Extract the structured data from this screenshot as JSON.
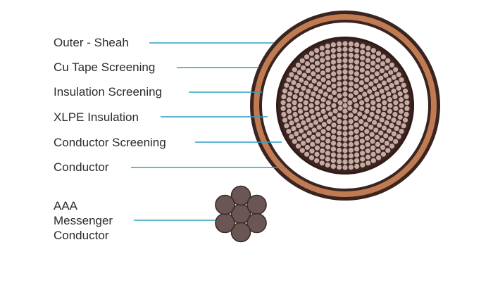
{
  "labels": {
    "outer_sheath": "Outer - Sheah",
    "cu_tape": "Cu Tape Screening",
    "insulation_screening": "Insulation Screening",
    "xlpe": "XLPE Insulation",
    "conductor_screening": "Conductor Screening",
    "conductor": "Conductor",
    "messenger_line1": "AAA",
    "messenger_line2": "Messenger",
    "messenger_line3": "Conductor"
  },
  "colors": {
    "label_text": "#2b2b2b",
    "leader_line": "#2e9fc4",
    "outer_sheath": "#3a2420",
    "cu_tape": "#c07b52",
    "insulation_screen": "#3a2420",
    "xlpe": "#ffffff",
    "conductor_body": "#3e2420",
    "conductor_strand": "#c3aaa2",
    "messenger_strand": "#6a5755",
    "messenger_outline": "#3a2a28"
  }
}
